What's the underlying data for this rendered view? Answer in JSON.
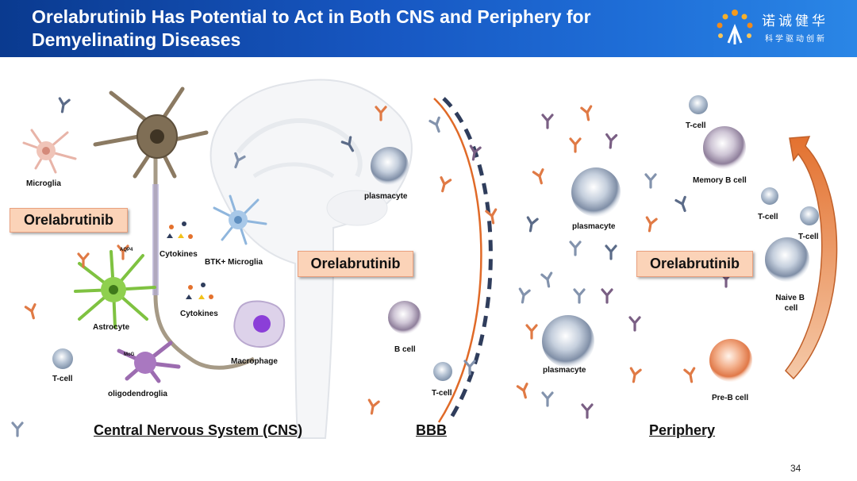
{
  "header": {
    "title": "Orelabrutinib Has Potential to Act in Both CNS and Periphery for Demyelinating Diseases",
    "logo_cn": "诺诚健华",
    "logo_sub": "科学驱动创新"
  },
  "drug_label": "Orelabrutinib",
  "sections": {
    "cns": "Central Nervous System (CNS)",
    "bbb": "BBB",
    "periphery": "Periphery"
  },
  "cns_labels": {
    "microglia": "Microglia",
    "aqp4": "AQP4",
    "cytokines_1": "Cytokines",
    "btk_microglia": "BTK+ Microglia",
    "cytokines_2": "Cytokines",
    "astrocyte": "Astrocyte",
    "mog": "MoG",
    "macrophage": "Macrophage",
    "t_cell": "T-cell",
    "oligodendroglia": "oligodendroglia",
    "plasmacyte": "plasmacyte",
    "b_cell": "B cell",
    "t_cell_2": "T-cell"
  },
  "periphery_labels": {
    "t_cell_top": "T-cell",
    "memory_b": "Memory B cell",
    "t_cell_mid": "T-cell",
    "t_cell_right": "T-cell",
    "plasmacyte_1": "plasmacyte",
    "naive_b": "Naive B cell",
    "plasmacyte_2": "plasmacyte",
    "pre_b": "Pre-B cell"
  },
  "colors": {
    "header_dark": "#0a3a8f",
    "drug_box_fill": "#fbd3b8",
    "bbb_line": "#e06a28",
    "bbb_dash": "#2f3d5c",
    "arrow_orange": "#e3712f"
  },
  "page_number": "34"
}
